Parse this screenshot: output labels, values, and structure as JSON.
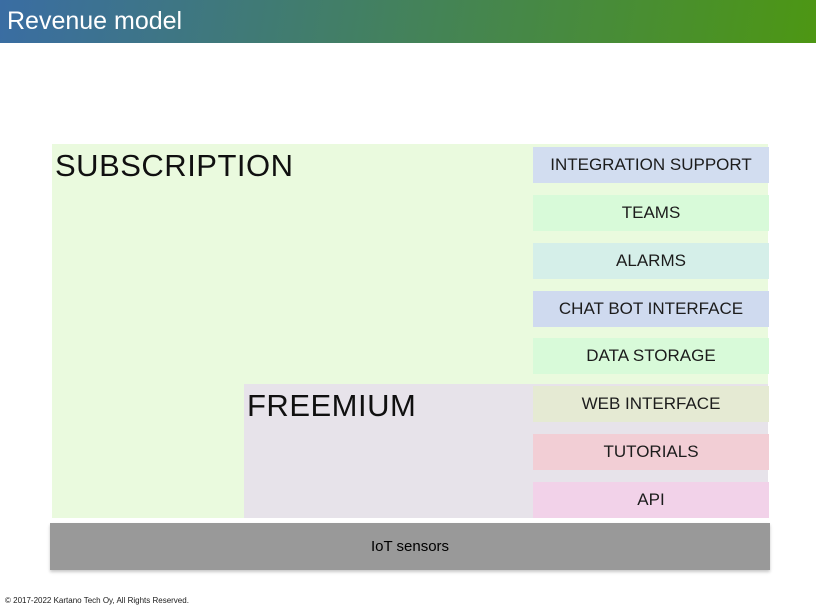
{
  "header": {
    "title": "Revenue model",
    "gradient_from": "#3a6da3",
    "gradient_to": "#4d9713"
  },
  "diagram": {
    "tiers": [
      {
        "id": "subscription",
        "label": "SUBSCRIPTION",
        "color": "#eafade"
      },
      {
        "id": "freemium",
        "label": "FREEMIUM",
        "color": "#e7e3ea"
      }
    ],
    "features": [
      {
        "label": "INTEGRATION SUPPORT",
        "color": "#d2ddf0",
        "tier": "subscription"
      },
      {
        "label": "TEAMS",
        "color": "#d8fad9",
        "tier": "subscription"
      },
      {
        "label": "ALARMS",
        "color": "#d5efe9",
        "tier": "subscription"
      },
      {
        "label": "CHAT BOT INTERFACE",
        "color": "#cfdaef",
        "tier": "subscription"
      },
      {
        "label": "DATA STORAGE",
        "color": "#d8fad9",
        "tier": "subscription"
      },
      {
        "label": "WEB INTERFACE",
        "color": "#e5ead3",
        "tier": "freemium"
      },
      {
        "label": "TUTORIALS",
        "color": "#f2ced5",
        "tier": "freemium"
      },
      {
        "label": "API",
        "color": "#f2d2e9",
        "tier": "freemium"
      }
    ],
    "base": {
      "label": "IoT sensors",
      "color": "#999999"
    }
  },
  "footer": {
    "copyright": "© 2017-2022 Kartano Tech Oy, All Rights Reserved."
  }
}
